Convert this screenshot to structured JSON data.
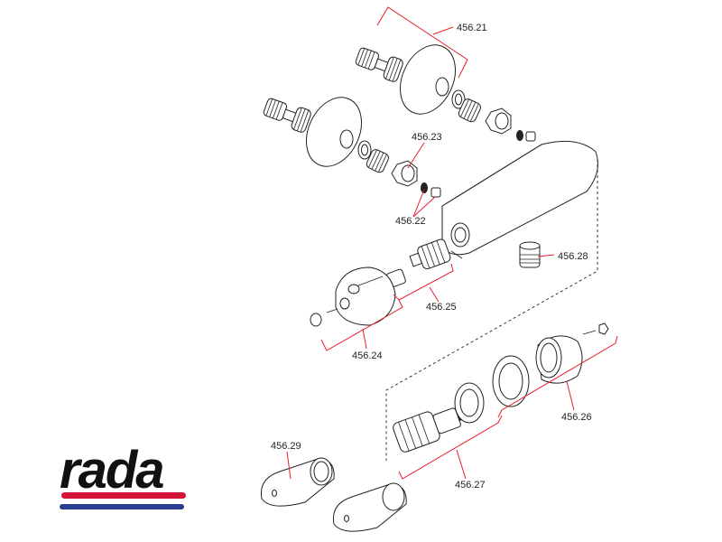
{
  "brand": {
    "name": "rada",
    "stripe_colors": [
      "#d5133a",
      "#2a3e8f"
    ]
  },
  "colors": {
    "leader_lines": "#e8202e",
    "outline": "#222222"
  },
  "parts": [
    {
      "id": "p21",
      "label": "456.21"
    },
    {
      "id": "p22",
      "label": "456.22"
    },
    {
      "id": "p23",
      "label": "456.23"
    },
    {
      "id": "p24",
      "label": "456.24"
    },
    {
      "id": "p25",
      "label": "456.25"
    },
    {
      "id": "p26",
      "label": "456.26"
    },
    {
      "id": "p27",
      "label": "456.27"
    },
    {
      "id": "p28",
      "label": "456.28"
    },
    {
      "id": "p29",
      "label": "456.29"
    }
  ]
}
